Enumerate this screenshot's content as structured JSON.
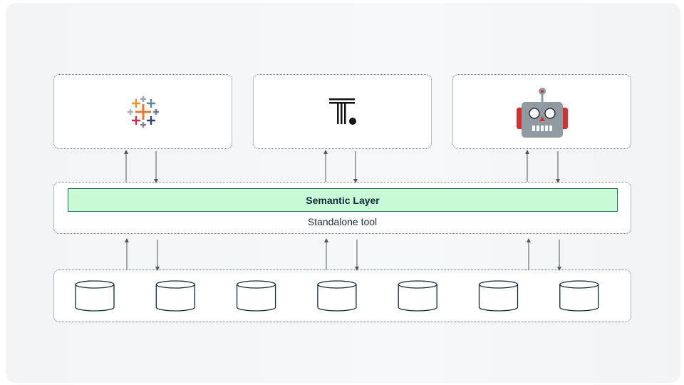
{
  "tools": [
    {
      "name": "tableau",
      "icon": "tableau-logo-icon"
    },
    {
      "name": "t-dot",
      "icon": "t-dot-logo-icon"
    },
    {
      "name": "robot",
      "icon": "robot-icon"
    }
  ],
  "semantic_layer": {
    "label": "Semantic Layer",
    "sublabel": "Standalone tool"
  },
  "data_sources": {
    "count": 7,
    "icon": "database-cylinder-icon"
  },
  "colors": {
    "semantic_fill": "#c8fad6",
    "semantic_border": "#1f6b55",
    "cylinder_stroke": "#0b2a3a",
    "arrow": "#555555"
  }
}
